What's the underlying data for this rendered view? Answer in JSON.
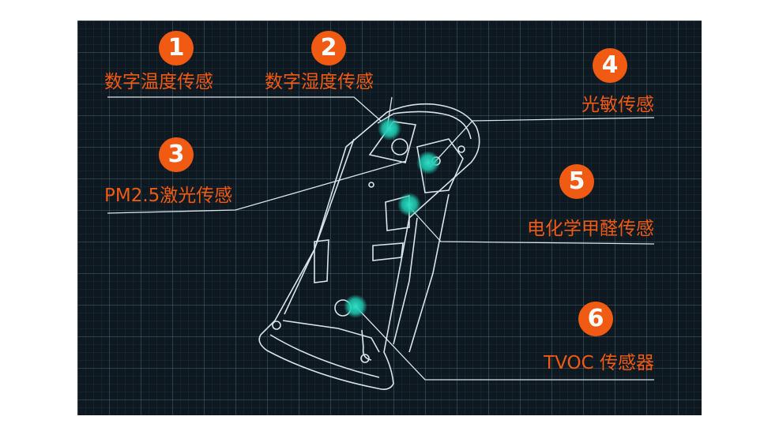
{
  "colors": {
    "accent": "#f05a12",
    "background": "#0e1820",
    "line": "#d8e4ea",
    "highlight": "#1ec7b0"
  },
  "sensors": [
    {
      "number": "1",
      "label": "数字温度传感"
    },
    {
      "number": "2",
      "label": "数字湿度传感"
    },
    {
      "number": "3",
      "label": "PM2.5激光传感"
    },
    {
      "number": "4",
      "label": "光敏传感"
    },
    {
      "number": "5",
      "label": "电化学甲醛传感"
    },
    {
      "number": "6",
      "label": "TVOC 传感器"
    }
  ]
}
